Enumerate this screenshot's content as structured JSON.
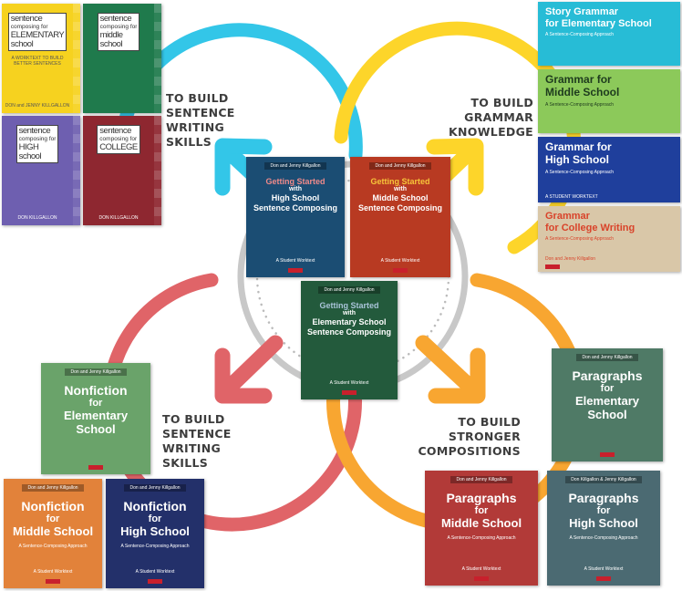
{
  "labels": {
    "top_left": [
      "TO BUILD",
      "SENTENCE",
      "WRITING",
      "SKILLS"
    ],
    "top_right": [
      "TO BUILD",
      "GRAMMAR",
      "KNOWLEDGE"
    ],
    "bottom_left": [
      "TO BUILD",
      "SENTENCE",
      "WRITING",
      "SKILLS"
    ],
    "bottom_right": [
      "TO BUILD",
      "STRONGER",
      "COMPOSITIONS"
    ]
  },
  "colors": {
    "cyan": "#33c6e8",
    "yellow": "#fdd52a",
    "red": "#e06468",
    "orange": "#f8a631",
    "ring": "#c8c8c8"
  },
  "books": {
    "sc_elementary": {
      "lines": [
        "sentence",
        "composing for",
        "ELEMENTARY",
        "school"
      ],
      "sub": "A WORKTEXT TO BUILD BETTER SENTENCES",
      "foot": "DON and JENNY KILLGALLON",
      "color": "#f6d21f"
    },
    "sc_middle": {
      "lines": [
        "sentence",
        "composing for",
        "middle",
        "school"
      ],
      "color": "#1f7a4c"
    },
    "sc_high": {
      "lines": [
        "sentence",
        "composing for",
        "HIGH",
        "school"
      ],
      "foot": "DON KILLGALLON",
      "color": "#6e5fb0"
    },
    "sc_college": {
      "lines": [
        "sentence",
        "composing for",
        "COLLEGE"
      ],
      "foot": "DON KILLGALLON",
      "color": "#8e2730"
    },
    "g_elementary": {
      "lines": [
        "Story Grammar",
        "for Elementary School"
      ],
      "sub": "A Sentence-Composing Approach",
      "color": "#27bcd6"
    },
    "g_middle": {
      "lines": [
        "Grammar for",
        "Middle School"
      ],
      "sub": "A Sentence-Composing Approach",
      "color": "#8cc95a"
    },
    "g_high": {
      "lines": [
        "Grammar for",
        "High School"
      ],
      "sub": "A Sentence-Composing Approach",
      "foot": "A STUDENT WORKTEXT",
      "color": "#1f3f9c"
    },
    "g_college": {
      "lines": [
        "Grammar",
        "for College Writing"
      ],
      "sub": "A Sentence-Composing Approach",
      "foot": "Don and Jenny Killgallon",
      "color": "#d9c7a8"
    },
    "gs_high": {
      "author": "Don and Jenny Killgallon",
      "lines": [
        "Getting Started",
        "with",
        "High School",
        "Sentence Composing"
      ],
      "foot": "A Student Worktext",
      "color": "#1b4d73"
    },
    "gs_middle": {
      "author": "Don and Jenny Killgallon",
      "lines": [
        "Getting Started",
        "with",
        "Middle School",
        "Sentence Composing"
      ],
      "foot": "A Student Worktext",
      "color": "#b83a22"
    },
    "gs_elementary": {
      "author": "Don and Jenny Killgallon",
      "lines": [
        "Getting Started",
        "with",
        "Elementary School",
        "Sentence Composing"
      ],
      "foot": "A Student Worktext",
      "color": "#235a3c"
    },
    "nf_elementary": {
      "author": "Don and Jenny Killgallon",
      "lines": [
        "Nonfiction",
        "for",
        "Elementary",
        "School"
      ],
      "color": "#6aa36a"
    },
    "nf_middle": {
      "author": "Don and Jenny Killgallon",
      "lines": [
        "Nonfiction",
        "for",
        "Middle School"
      ],
      "sub": "A Sentence-Composing Approach",
      "foot": "A Student Worktext",
      "color": "#e2823a"
    },
    "nf_high": {
      "author": "Don and Jenny Killgallon",
      "lines": [
        "Nonfiction",
        "for",
        "High School"
      ],
      "sub": "A Sentence-Composing Approach",
      "foot": "A Student Worktext",
      "color": "#23306a"
    },
    "p_elementary": {
      "author": "Don and Jenny Killgallon",
      "lines": [
        "Paragraphs",
        "for",
        "Elementary",
        "School"
      ],
      "color": "#4f7a66"
    },
    "p_middle": {
      "author": "Don and Jenny Killgallon",
      "lines": [
        "Paragraphs",
        "for",
        "Middle School"
      ],
      "sub": "A Sentence-Composing Approach",
      "foot": "A Student Worktext",
      "color": "#b23a38"
    },
    "p_high": {
      "author": "Don Killgallon & Jenny Killgallon",
      "lines": [
        "Paragraphs",
        "for",
        "High School"
      ],
      "sub": "A Sentence-Composing Approach",
      "foot": "A Student Worktext",
      "color": "#4b6a72"
    }
  }
}
